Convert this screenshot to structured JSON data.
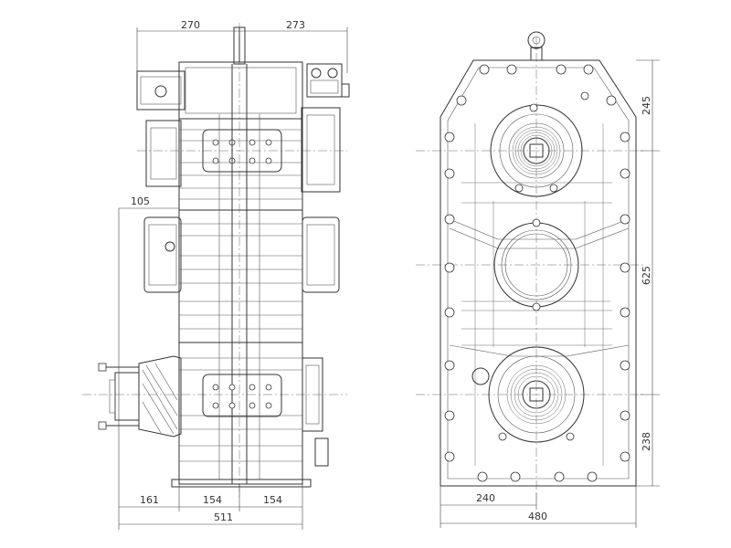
{
  "side_view": {
    "dimensions": {
      "top_left": "270",
      "top_right": "273",
      "flange_offset": "105",
      "bottom_a": "161",
      "bottom_b": "154",
      "bottom_c": "154",
      "overall_width": "511"
    }
  },
  "front_view": {
    "dimensions": {
      "upper_height": "245",
      "center_distance": "625",
      "lower_height": "238",
      "half_width": "240",
      "overall_width": "480"
    }
  }
}
